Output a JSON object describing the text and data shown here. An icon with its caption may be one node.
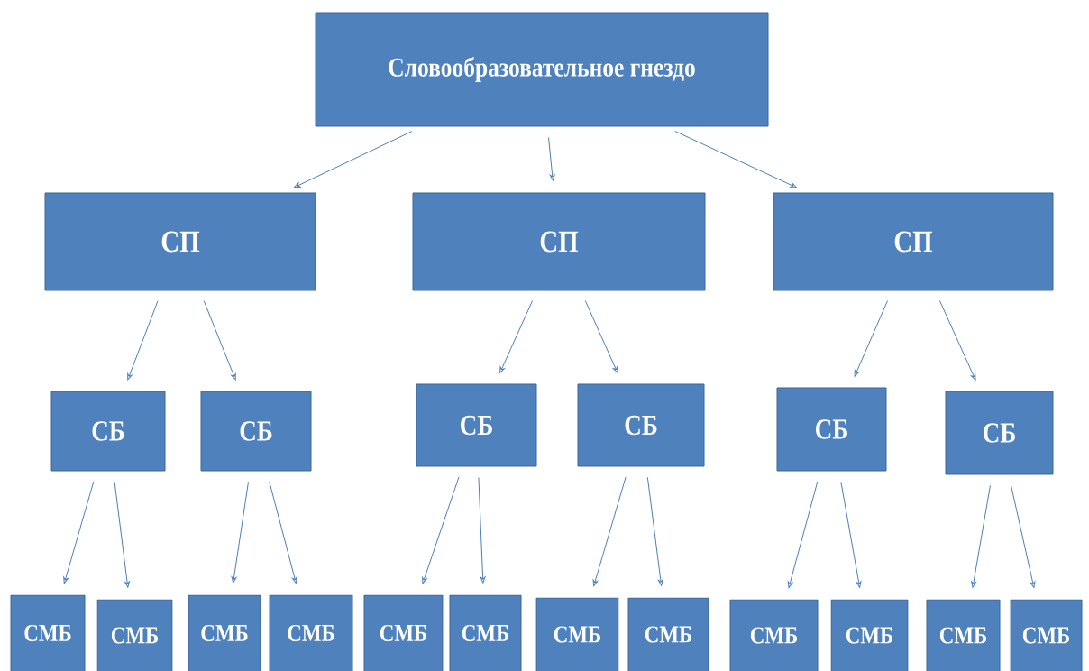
{
  "diagram": {
    "nodes": [
      {
        "text": [
          "Словообразовательное гнездо"
        ]
      },
      {
        "text": [
          "СП"
        ]
      },
      {
        "text": [
          "СП"
        ]
      },
      {
        "text": [
          "СП"
        ]
      },
      {
        "text": [
          "СБ"
        ]
      },
      {
        "text": [
          "СБ"
        ]
      },
      {
        "text": [
          "СБ"
        ]
      },
      {
        "text": [
          "СБ"
        ]
      },
      {
        "text": [
          "СБ"
        ]
      },
      {
        "text": [
          "СБ"
        ]
      },
      {
        "text": [
          "СМБ"
        ]
      },
      {
        "text": [
          "СМБ"
        ]
      },
      {
        "text": [
          "СМБ"
        ]
      },
      {
        "text": [
          "СМБ"
        ]
      },
      {
        "text": [
          "СМБ"
        ]
      },
      {
        "text": [
          "СМБ"
        ]
      },
      {
        "text": [
          "СМБ"
        ]
      },
      {
        "text": [
          "СМБ"
        ]
      },
      {
        "text": [
          "СМБ"
        ]
      },
      {
        "text": [
          "СМБ"
        ]
      },
      {
        "text": [
          "СМБ"
        ]
      },
      {
        "text": [
          "СМБ"
        ]
      }
    ],
    "edges": [
      {
        "from": 0,
        "to": 1,
        "arrow": "to"
      },
      {
        "from": 0,
        "to": 2,
        "arrow": "to"
      },
      {
        "from": 0,
        "to": 3,
        "arrow": "to"
      },
      {
        "from": 1,
        "to": 4,
        "arrow": "to"
      },
      {
        "from": 1,
        "to": 5,
        "arrow": "to"
      },
      {
        "from": 2,
        "to": 6,
        "arrow": "to"
      },
      {
        "from": 2,
        "to": 7,
        "arrow": "to"
      },
      {
        "from": 3,
        "to": 8,
        "arrow": "to"
      },
      {
        "from": 3,
        "to": 9,
        "arrow": "to"
      },
      {
        "from": 4,
        "to": 10,
        "arrow": "to"
      },
      {
        "from": 4,
        "to": 11,
        "arrow": "to"
      },
      {
        "from": 5,
        "to": 12,
        "arrow": "to"
      },
      {
        "from": 5,
        "to": 13,
        "arrow": "to"
      },
      {
        "from": 6,
        "to": 14,
        "arrow": "to"
      },
      {
        "from": 6,
        "to": 15,
        "arrow": "to"
      },
      {
        "from": 7,
        "to": 16,
        "arrow": "to"
      },
      {
        "from": 7,
        "to": 17,
        "arrow": "to"
      },
      {
        "from": 8,
        "to": 18,
        "arrow": "to"
      },
      {
        "from": 8,
        "to": 19,
        "arrow": "to"
      },
      {
        "from": 9,
        "to": 20,
        "arrow": "to"
      },
      {
        "from": 9,
        "to": 21,
        "arrow": "to"
      }
    ]
  }
}
